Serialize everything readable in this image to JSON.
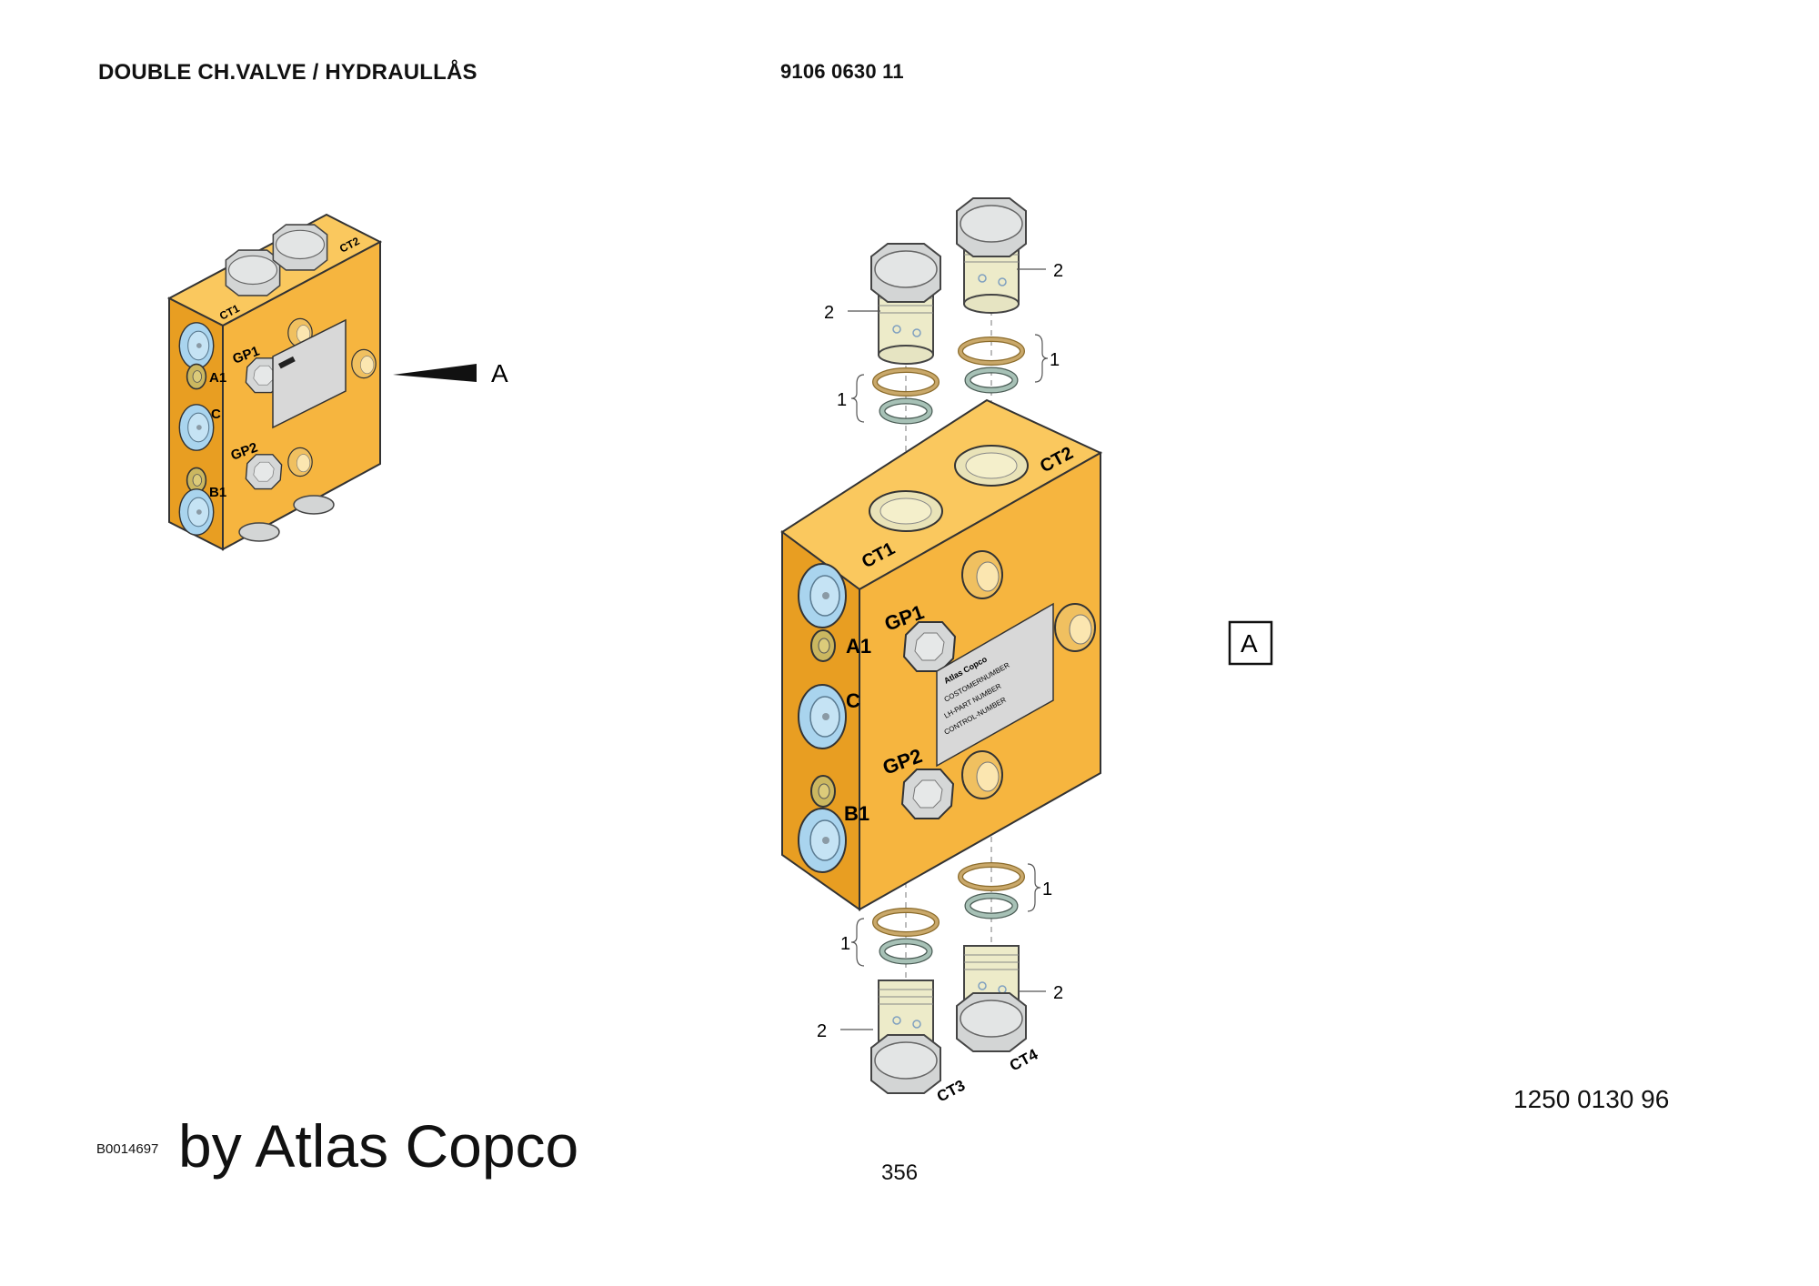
{
  "header": {
    "title": "DOUBLE CH.VALVE / HYDRAULLÅS",
    "part_number": "9106 0630 11"
  },
  "footer": {
    "drawing_id": "B0014697",
    "brand_text": "by Atlas Copco",
    "page_number": "356",
    "catalog_number": "1250 0130 96"
  },
  "small_view": {
    "ports": [
      "CT1",
      "CT2",
      "GP1",
      "GP2",
      "A1",
      "C",
      "B1"
    ],
    "view_arrow_label": "A"
  },
  "main_view": {
    "ports": [
      "CT1",
      "CT2",
      "GP1",
      "GP2",
      "A1",
      "C",
      "B1",
      "CT3",
      "CT4"
    ],
    "view_box_label": "A",
    "callouts": {
      "seal": "1",
      "cartridge": "2"
    },
    "nameplate": {
      "brand": "Atlas Copco",
      "lines": [
        "COSTOMERNUMBER",
        "LH-PART NUMBER",
        "CONTROL-NUMBER"
      ]
    }
  },
  "colors": {
    "block": "#F6B53F",
    "block_side": "#E89E22",
    "block_top": "#FAC85E",
    "port_blue": "#A9D4EE",
    "plug_gray": "#D0D2D2",
    "cartridge": "#EDEBC9",
    "seal_olive": "#C9A86A",
    "seal_teal": "#A7C1B6"
  }
}
